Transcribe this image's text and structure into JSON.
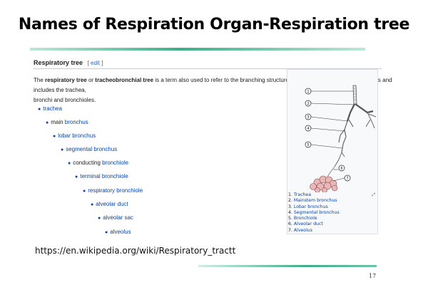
{
  "slide": {
    "title": "Names of Respiration Organ-Respiration tree",
    "source": "https://en.wikipedia.org/wiki/Respiratory_tractt",
    "page_number": "17",
    "accent_color": "#3fae8a"
  },
  "wiki": {
    "heading": "Respiratory tree",
    "edit": "[ edit ]",
    "para": {
      "pre": "The ",
      "term1": "respiratory tree",
      "mid1": " or ",
      "term2": "tracheobronchial tree",
      "rest1": " is a term also used to refer to the branching structure of airways supplying air to the lungs and includes the trachea,",
      "rest2": "bronchi and bronchioles."
    },
    "tree": [
      {
        "prefix": "",
        "link": "trachea"
      },
      {
        "prefix": "main ",
        "link": "bronchus"
      },
      {
        "prefix": "",
        "link": "lobar bronchus"
      },
      {
        "prefix": "",
        "link": "segmental bronchus"
      },
      {
        "prefix": "conducting ",
        "link": "bronchiole"
      },
      {
        "prefix": "",
        "link": "terminal bronchiole"
      },
      {
        "prefix": "",
        "link": "respiratory bronchiole"
      },
      {
        "prefix": "",
        "link": "alveolar duct"
      },
      {
        "prefix": "",
        "link": "alveolar sac"
      },
      {
        "prefix": "",
        "link": "alveolus"
      }
    ]
  },
  "figure": {
    "callouts": [
      "1",
      "2",
      "3",
      "4",
      "5",
      "6",
      "7"
    ],
    "legend": [
      {
        "num": "1.",
        "label": "Trachea"
      },
      {
        "num": "2.",
        "label": "Mainstem bronchus"
      },
      {
        "num": "3.",
        "label": "Lobar bronchus"
      },
      {
        "num": "4.",
        "label": "Segmental bronchus"
      },
      {
        "num": "5.",
        "label": "Bronchiole"
      },
      {
        "num": "6.",
        "label": "Alveolar duct"
      },
      {
        "num": "7.",
        "label": "Alveolus"
      }
    ],
    "expand_icon": "expand-icon"
  }
}
